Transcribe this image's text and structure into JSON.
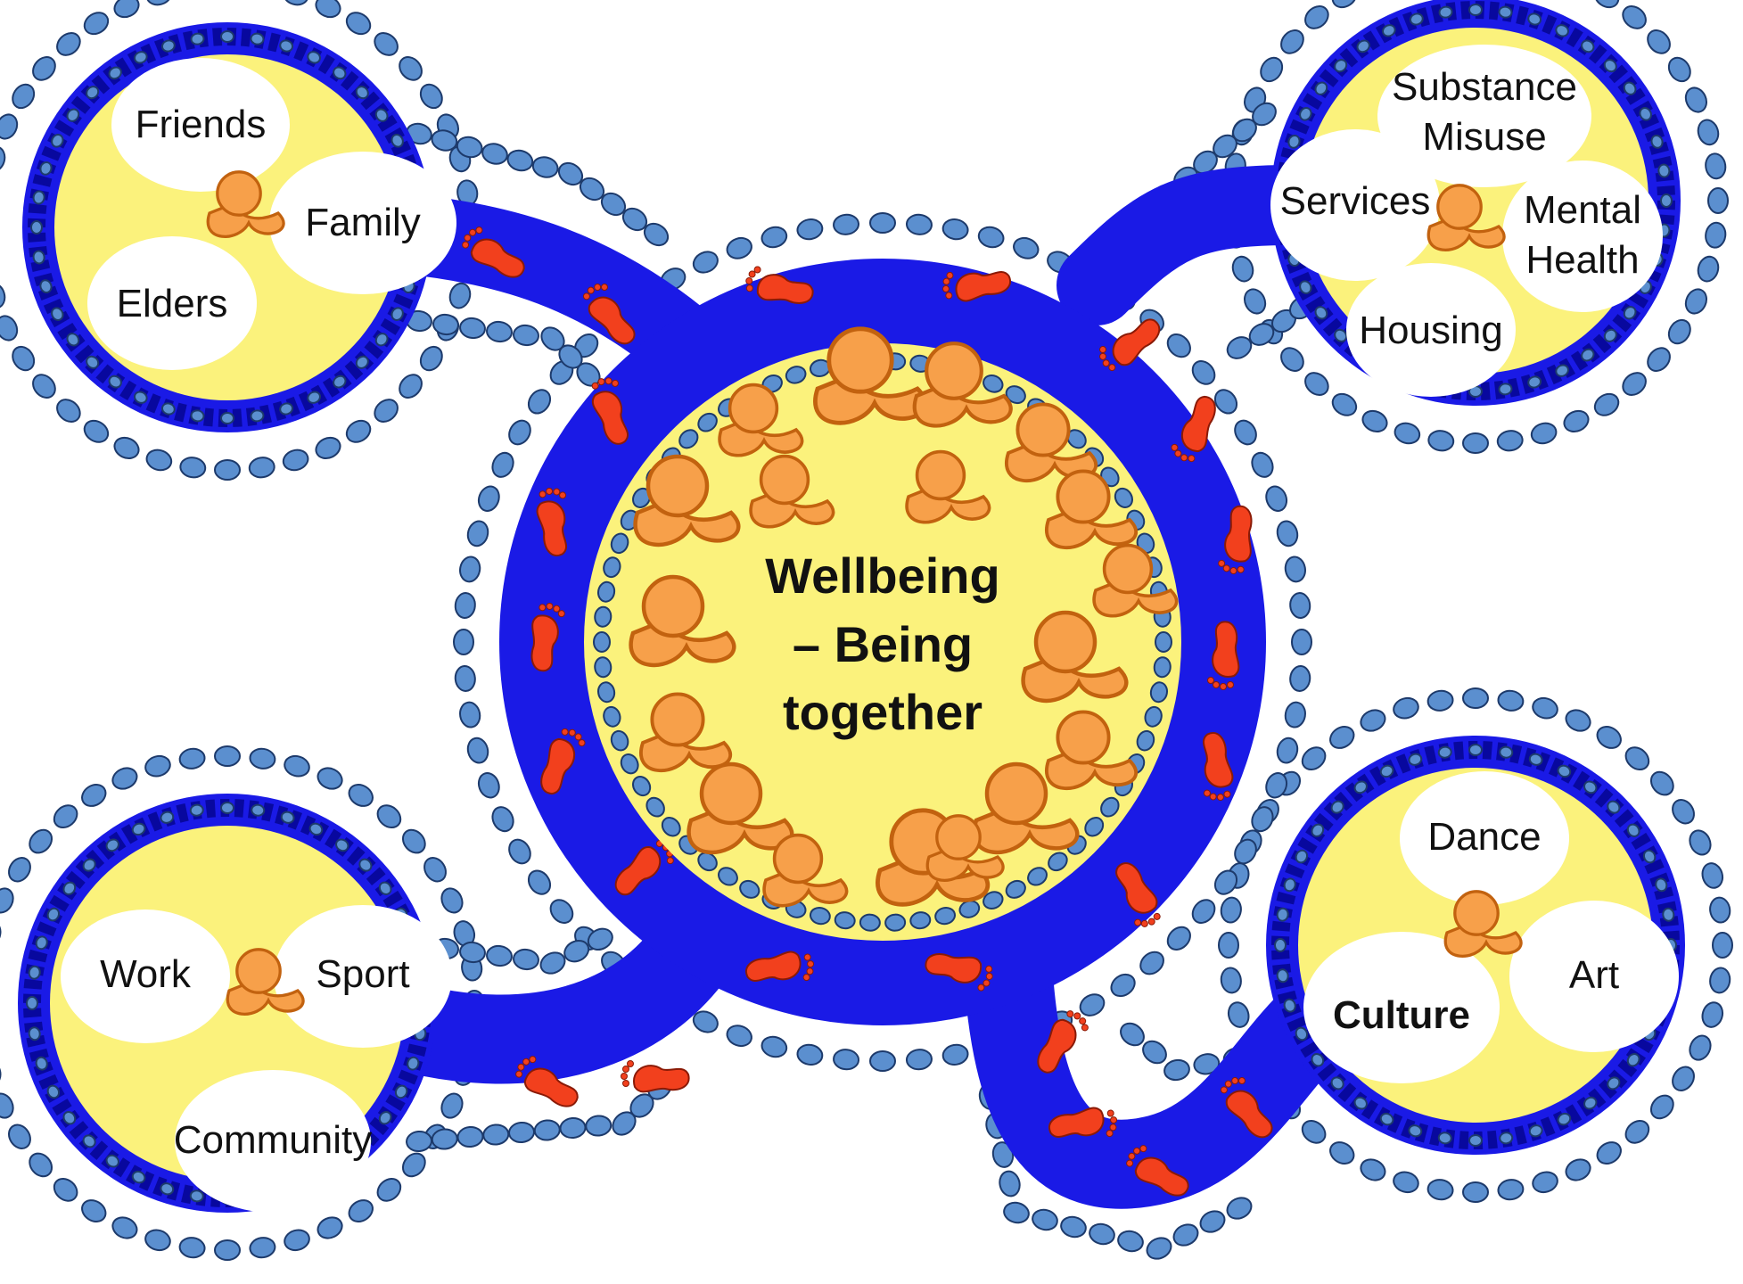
{
  "colors": {
    "blue": "#1a1ae6",
    "dark_blue": "#08089e",
    "dot": "#5b8fcf",
    "dot_stroke": "#1d3a6b",
    "yellow": "#fbf27c",
    "white": "#ffffff",
    "person": "#f7a04a",
    "foot": "#f2401d"
  },
  "center": {
    "title_lines": [
      "Wellbeing",
      "– Being",
      "together"
    ]
  },
  "groups": {
    "top_left": {
      "labels": [
        "Friends",
        "Family",
        "Elders"
      ]
    },
    "top_right": {
      "labels": [
        "Substance",
        "Misuse",
        "Services",
        "Mental",
        "Health",
        "Housing"
      ]
    },
    "bottom_left": {
      "labels": [
        "Work",
        "Sport",
        "Community"
      ]
    },
    "bottom_right": {
      "labels": [
        "Dance",
        "Art",
        "Culture"
      ]
    }
  }
}
